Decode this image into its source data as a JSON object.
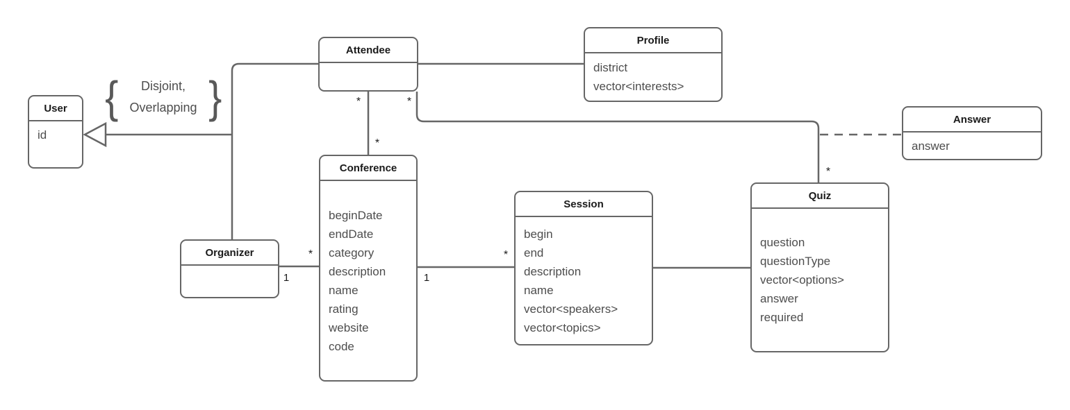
{
  "diagram": {
    "background": "#ffffff",
    "stroke_color": "#666666",
    "title_color": "#1a1a1a",
    "attribute_color": "#4d4d4d"
  },
  "constraint": {
    "brace_left": "{",
    "brace_right": "}",
    "line1": "Disjoint,",
    "line2": "Overlapping"
  },
  "classes": {
    "user": {
      "name": "User",
      "attributes": [
        "id"
      ]
    },
    "attendee": {
      "name": "Attendee",
      "attributes": []
    },
    "profile": {
      "name": "Profile",
      "attributes": [
        "district",
        "vector<interests>"
      ]
    },
    "answer": {
      "name": "Answer",
      "attributes": [
        "answer"
      ]
    },
    "conference": {
      "name": "Conference",
      "attributes": [
        "beginDate",
        "endDate",
        "category",
        "description",
        "name",
        "rating",
        "website",
        "code"
      ]
    },
    "organizer": {
      "name": "Organizer",
      "attributes": []
    },
    "session": {
      "name": "Session",
      "attributes": [
        "begin",
        "end",
        "description",
        "name",
        "vector<speakers>",
        "vector<topics>"
      ]
    },
    "quiz": {
      "name": "Quiz",
      "attributes": [
        "question",
        "questionType",
        "vector<options>",
        "answer",
        "required"
      ]
    }
  },
  "multiplicities": {
    "attendee_conference": {
      "attendee_end": "*",
      "conference_end": "*"
    },
    "attendee_quiz": {
      "attendee_end": "*",
      "quiz_end": "*"
    },
    "organizer_conference": {
      "organizer_end": "1",
      "conference_end": "*"
    },
    "conference_session": {
      "conference_end": "1",
      "session_end": "*"
    }
  }
}
